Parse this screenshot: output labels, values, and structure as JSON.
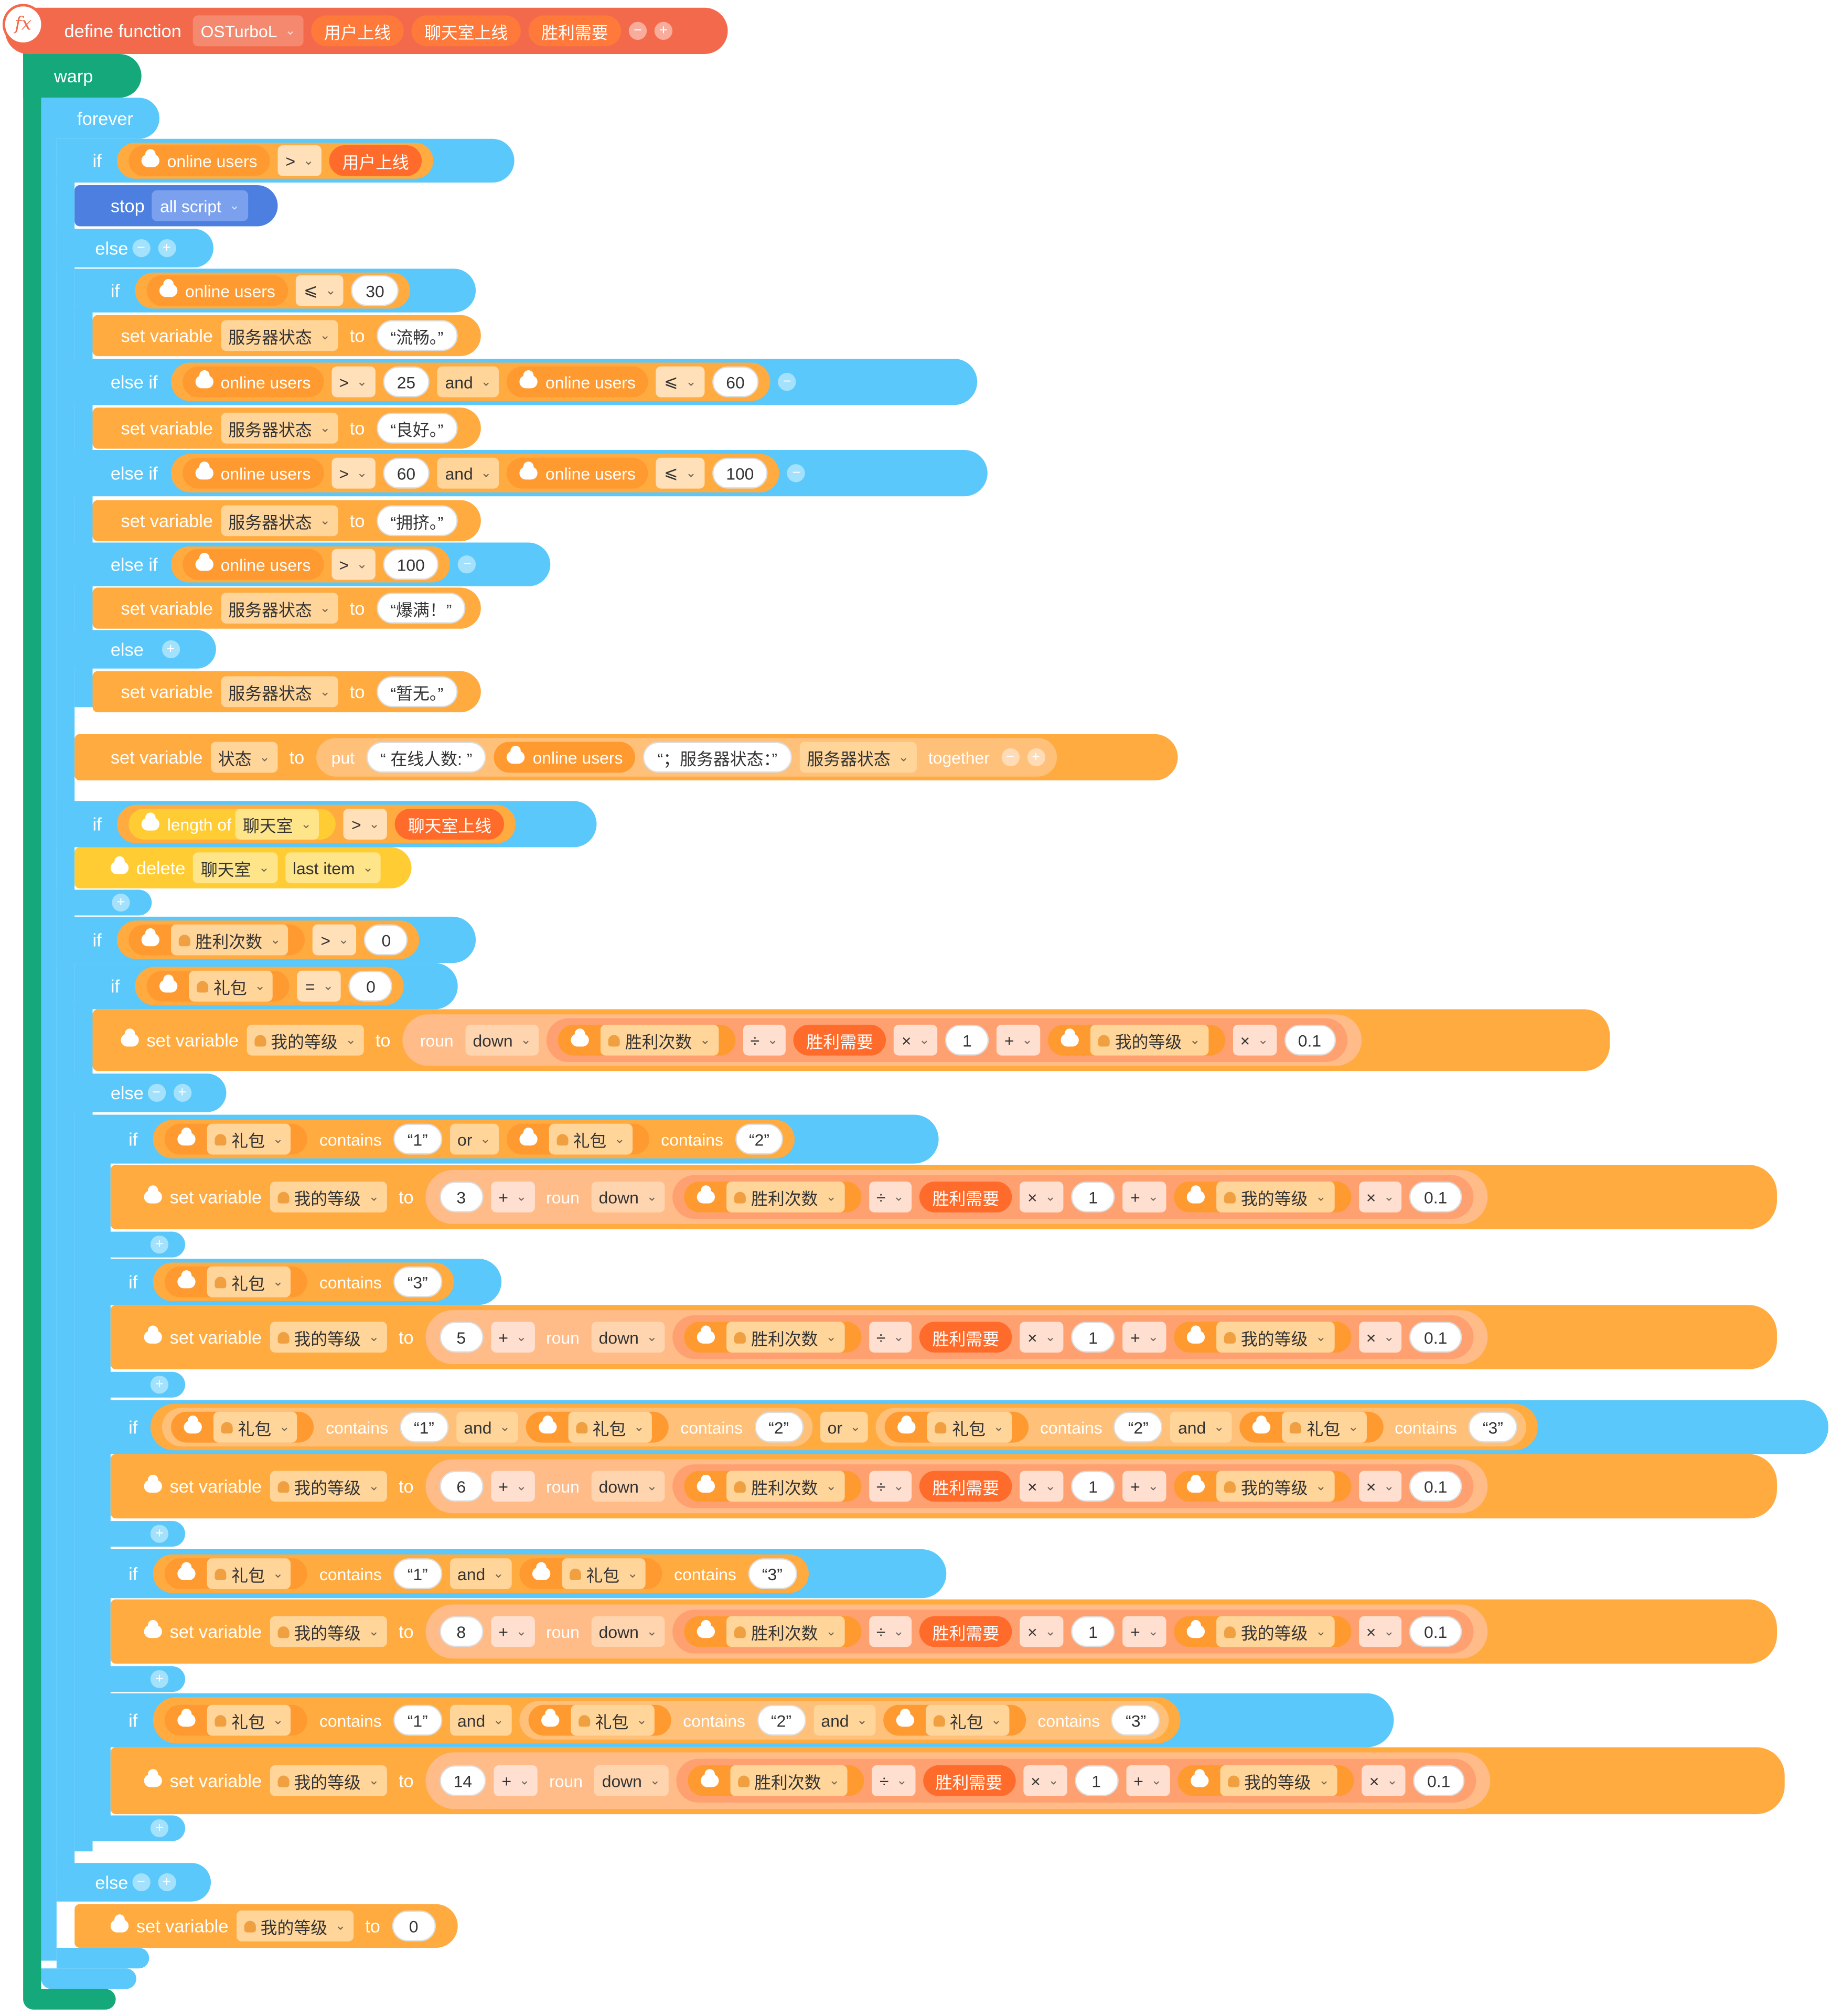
{
  "define": {
    "label": "define function",
    "name": "OSTurboL",
    "params": [
      "用户上线",
      "聊天室上线",
      "胜利需要"
    ]
  },
  "warp": "warp",
  "forever": "forever",
  "kw": {
    "if": "if",
    "else": "else",
    "else_if": "else if",
    "stop": "stop",
    "set_variable": "set variable",
    "to": "to",
    "and": "and",
    "or": "or",
    "contains": "contains",
    "put": "put",
    "together": "together",
    "roun": "roun",
    "down": "down",
    "length_of": "length of",
    "delete": "delete",
    "last_item": "last item",
    "all_script": "all script"
  },
  "vars": {
    "online_users": "online users",
    "server_state": "服务器状态",
    "state": "状态",
    "chatroom": "聊天室",
    "wins": "胜利次数",
    "gift": "礼包",
    "my_level": "我的等级",
    "win_need": "胜利需要",
    "user_online": "用户上线",
    "chat_online": "聊天室上线"
  },
  "ops": {
    "gt": ">",
    "le": "⩽",
    "eq": "=",
    "div": "÷",
    "mul": "×",
    "plus": "+"
  },
  "nums": {
    "n30": "30",
    "n25": "25",
    "n60": "60",
    "n100": "100",
    "n0": "0",
    "n1": "1",
    "n01": "0.1",
    "n3": "3",
    "n5": "5",
    "n6": "6",
    "n8": "8",
    "n14": "14"
  },
  "strings": {
    "smooth": "“流畅。”",
    "good": "“良好。”",
    "crowded": "“拥挤。”",
    "full": "“爆满！”",
    "none": "“暂无。”",
    "online_count": "“ 在线人数: ”",
    "server_state_label": "“；服务器状态：”",
    "s1": "“1”",
    "s2": "“2”",
    "s3": "“3”"
  },
  "colors": {
    "define": "#f26a4b",
    "warp": "#14a87a",
    "control": "#5ac8fa",
    "stop": "#4c7fe0",
    "variable": "#ffab40",
    "list": "#ffcc33"
  }
}
